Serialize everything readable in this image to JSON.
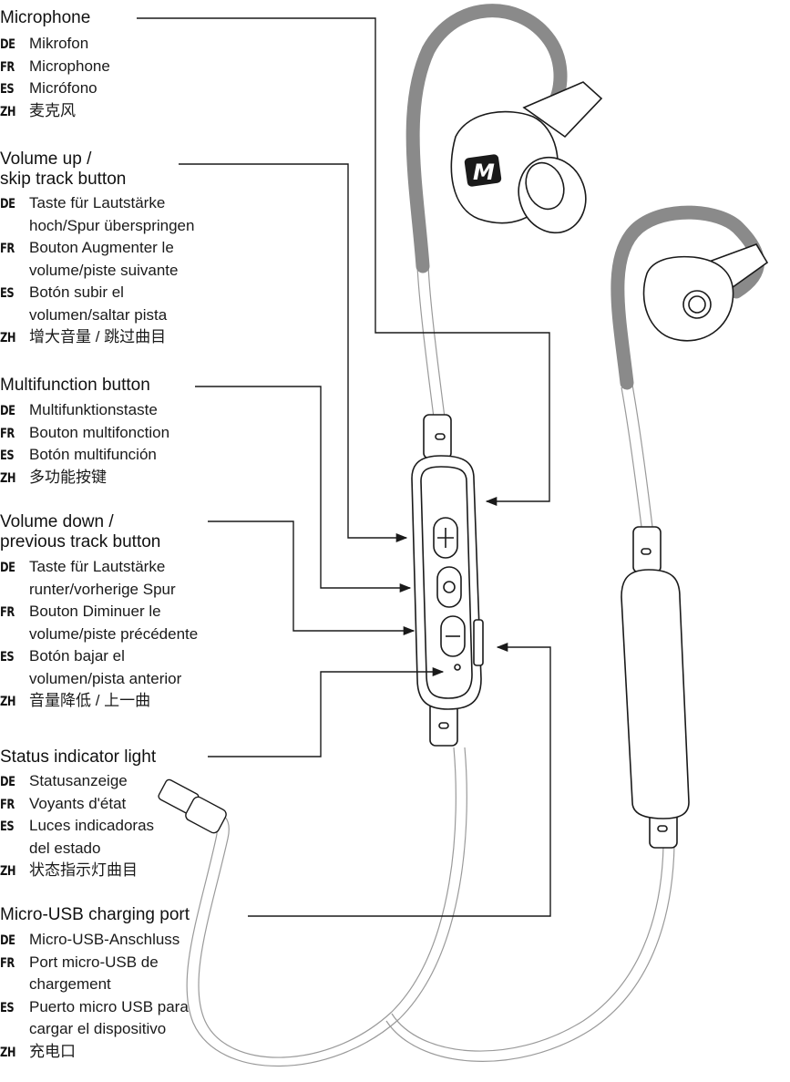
{
  "sections": [
    {
      "key": "mic",
      "heading": [
        "Microphone"
      ],
      "rows": [
        {
          "code": "DE",
          "lines": [
            "Mikrofon"
          ]
        },
        {
          "code": "FR",
          "lines": [
            "Microphone"
          ]
        },
        {
          "code": "ES",
          "lines": [
            "Micrófono"
          ]
        },
        {
          "code": "ZH",
          "lines": [
            "麦克风"
          ]
        }
      ]
    },
    {
      "key": "volup",
      "heading": [
        "Volume up /",
        "skip track button"
      ],
      "rows": [
        {
          "code": "DE",
          "lines": [
            "Taste für Lautstärke",
            "hoch/Spur überspringen"
          ]
        },
        {
          "code": "FR",
          "lines": [
            "Bouton Augmenter le",
            "volume/piste suivante"
          ]
        },
        {
          "code": "ES",
          "lines": [
            "Botón subir el",
            "volumen/saltar pista"
          ]
        },
        {
          "code": "ZH",
          "lines": [
            "增大音量 / 跳过曲目"
          ]
        }
      ]
    },
    {
      "key": "multi",
      "heading": [
        "Multifunction button"
      ],
      "rows": [
        {
          "code": "DE",
          "lines": [
            "Multifunktionstaste"
          ]
        },
        {
          "code": "FR",
          "lines": [
            "Bouton multifonction"
          ]
        },
        {
          "code": "ES",
          "lines": [
            "Botón multifunción"
          ]
        },
        {
          "code": "ZH",
          "lines": [
            "多功能按键"
          ]
        }
      ]
    },
    {
      "key": "voldown",
      "heading": [
        "Volume down /",
        "previous track button"
      ],
      "rows": [
        {
          "code": "DE",
          "lines": [
            "Taste für Lautstärke",
            "runter/vorherige Spur"
          ]
        },
        {
          "code": "FR",
          "lines": [
            "Bouton Diminuer le",
            "volume/piste précédente"
          ]
        },
        {
          "code": "ES",
          "lines": [
            "Botón bajar el",
            "volumen/pista anterior"
          ]
        },
        {
          "code": "ZH",
          "lines": [
            "音量降低 / 上一曲"
          ]
        }
      ]
    },
    {
      "key": "status",
      "heading": [
        "Status indicator light"
      ],
      "rows": [
        {
          "code": "DE",
          "lines": [
            "Statusanzeige"
          ]
        },
        {
          "code": "FR",
          "lines": [
            "Voyants d'état"
          ]
        },
        {
          "code": "ES",
          "lines": [
            "Luces indicadoras",
            "del estado"
          ]
        },
        {
          "code": "ZH",
          "lines": [
            "状态指示灯曲目"
          ]
        }
      ]
    },
    {
      "key": "usb",
      "heading": [
        "Micro-USB charging port"
      ],
      "rows": [
        {
          "code": "DE",
          "lines": [
            "Micro-USB-Anschluss"
          ]
        },
        {
          "code": "FR",
          "lines": [
            "Port micro-USB de",
            "chargement"
          ]
        },
        {
          "code": "ES",
          "lines": [
            "Puerto micro USB para",
            "cargar el dispositivo"
          ]
        },
        {
          "code": "ZH",
          "lines": [
            "充电口"
          ]
        }
      ]
    }
  ],
  "logo_letter": "M",
  "colors": {
    "line": "#1a1a1a",
    "hook": "#8a8a8a",
    "cable": "#bdbdbd"
  }
}
